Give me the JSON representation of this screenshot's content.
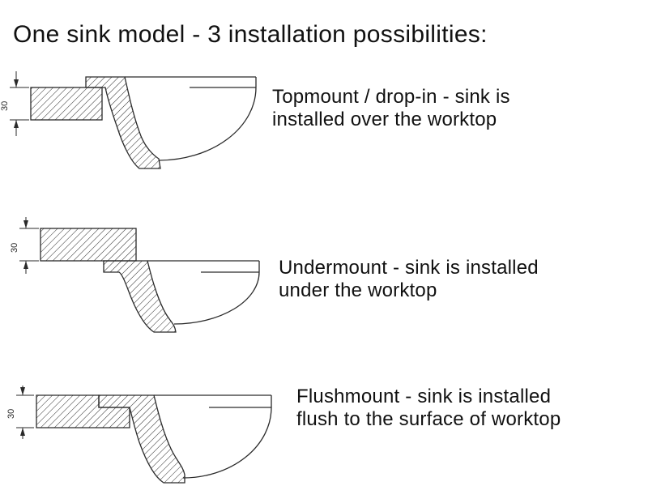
{
  "page": {
    "title": "One sink model - 3 installation possibilities:"
  },
  "rows": [
    {
      "name": "topmount",
      "dimension_label": "30",
      "caption": "Topmount / drop-in - sink is installed over the worktop"
    },
    {
      "name": "undermount",
      "dimension_label": "30",
      "caption": "Undermount - sink is installed under the worktop"
    },
    {
      "name": "flushmount",
      "dimension_label": "30",
      "caption": "Flushmount - sink is installed flush to the surface of worktop"
    }
  ],
  "colors": {
    "line": "#2a2a2a",
    "text": "#111111",
    "background": "#ffffff"
  }
}
